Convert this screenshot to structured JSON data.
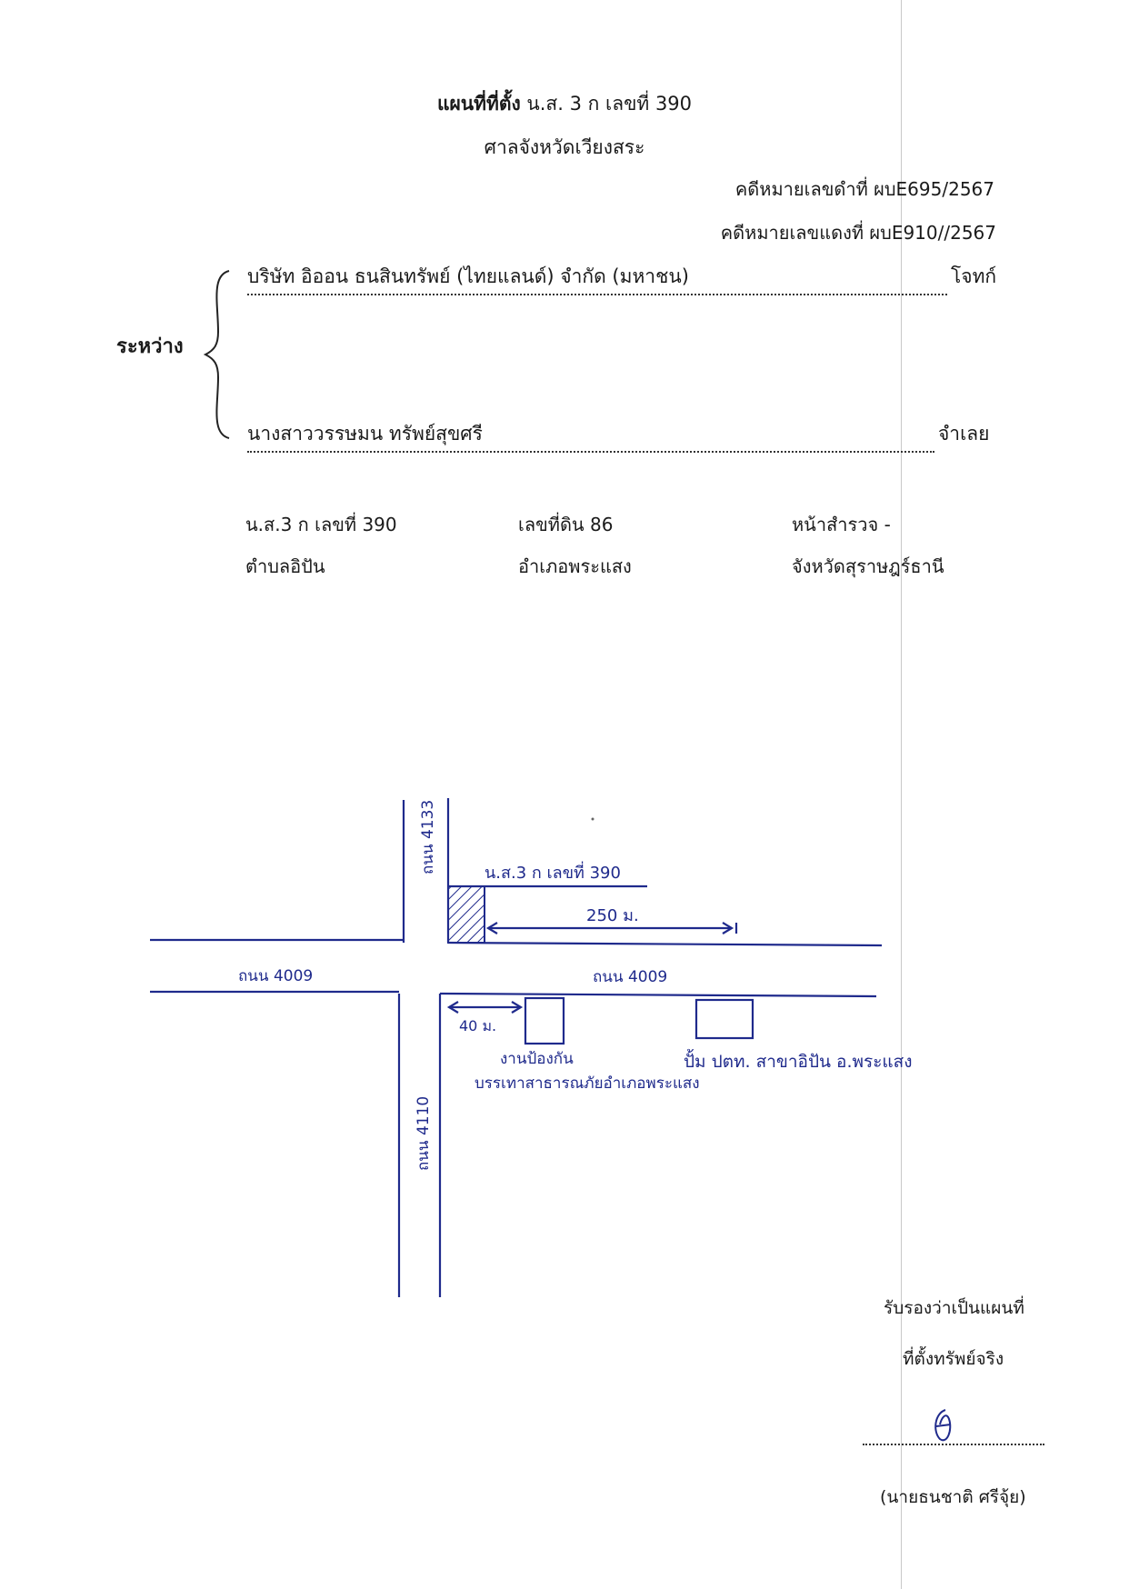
{
  "header": {
    "title_bold": "แผนที่ที่ตั้ง",
    "title_rest": "น.ส. 3 ก เลขที่   390",
    "court": "ศาลจังหวัดเวียงสระ",
    "black_case": "คดีหมายเลขดำที่ ผบE695/2567",
    "red_case": "คดีหมายเลขแดงที่  ผบE910//2567"
  },
  "parties": {
    "between_label": "ระหว่าง",
    "plaintiff_name": "บริษัท อิออน ธนสินทรัพย์ (ไทยแลนด์) จำกัด (มหาชน)",
    "plaintiff_role": "โจทก์",
    "defendant_name": "นางสาววรรษมน  ทรัพย์สุขศรี",
    "defendant_role": "จำเลย"
  },
  "land_info": {
    "deed": "น.ส.3 ก เลขที่ 390",
    "land_no": "เลขที่ดิน 86",
    "survey_page": "หน้าสำรวจ -",
    "subdistrict": "ตำบลอิปัน",
    "district": "อำเภอพระแสง",
    "province": "จังหวัดสุราษฎร์ธานี"
  },
  "map": {
    "road_north": "ถนน 4133",
    "road_south": "ถนน 4110",
    "road_west": "ถนน 4009",
    "road_east": "ถนน 4009",
    "parcel_label": "น.ส.3 ก เลขที่ 390",
    "distance_east": "250 ม.",
    "distance_small": "40 ม.",
    "landmark_1_line1": "งานป้องกัน",
    "landmark_1_line2": "บรรเทาสาธารณภัยอำเภอพระแสง",
    "landmark_2": "ปั้ม ปตท. สาขาอิปัน อ.พระแสง",
    "ink_color": "#1f2a8c"
  },
  "certification": {
    "line1": "รับรองว่าเป็นแผนที่",
    "line2": "ที่ตั้งทรัพย์จริง",
    "signer": "(นายธนชาติ  ศรีจุ้ย)"
  }
}
